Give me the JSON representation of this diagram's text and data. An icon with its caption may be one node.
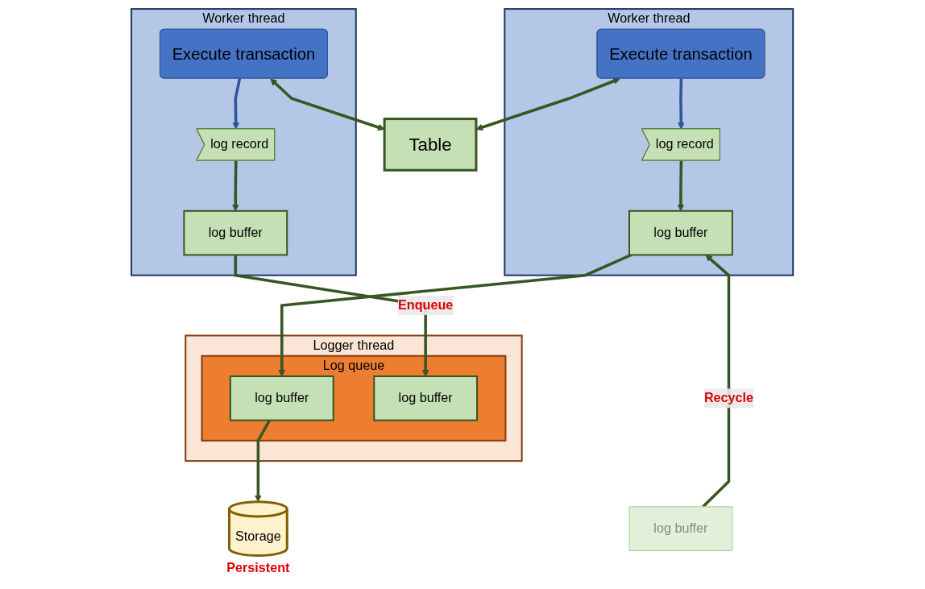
{
  "diagram": {
    "nodes": [
      {
        "text": [
          "Worker thread"
        ]
      },
      {
        "text": [
          "Execute transaction"
        ],
        "in": 0
      },
      {
        "text": [
          "log record"
        ],
        "in": 0
      },
      {
        "text": [
          "log buffer"
        ],
        "in": 0
      },
      {
        "text": [
          "Worker thread"
        ]
      },
      {
        "text": [
          "Execute transaction"
        ],
        "in": 4
      },
      {
        "text": [
          "log record"
        ],
        "in": 4
      },
      {
        "text": [
          "log buffer"
        ],
        "in": 4
      },
      {
        "text": [
          "Table"
        ]
      },
      {
        "text": [
          "Logger thread"
        ]
      },
      {
        "text": [
          "log buffer"
        ]
      },
      {
        "text": [
          "Log queue"
        ],
        "in": 9
      },
      {
        "text": [
          "log buffer"
        ],
        "in": 11
      },
      {
        "text": [
          "log buffer"
        ],
        "in": 11
      },
      {
        "text": [
          "Storage"
        ],
        "beside": [
          "Persistent"
        ]
      }
    ],
    "edges": [
      {
        "from": 1,
        "to": 8,
        "arrow": "both"
      },
      {
        "from": 5,
        "to": 8,
        "arrow": "both"
      },
      {
        "from": 1,
        "to": 2,
        "arrow": "to",
        "color": "#2f5597"
      },
      {
        "from": 2,
        "to": 3,
        "arrow": "to"
      },
      {
        "from": 5,
        "to": 6,
        "arrow": "to",
        "color": "#2f5597"
      },
      {
        "from": 6,
        "to": 7,
        "arrow": "to"
      },
      {
        "from": 3,
        "to": 12,
        "arrow": "to"
      },
      {
        "from": 7,
        "to": 13,
        "arrow": "to",
        "label": "Enqueue"
      },
      {
        "from": 10,
        "to": 3,
        "arrow": "to",
        "label": "Recycle"
      },
      {
        "from": 12,
        "to": 14,
        "arrow": "to"
      }
    ]
  }
}
